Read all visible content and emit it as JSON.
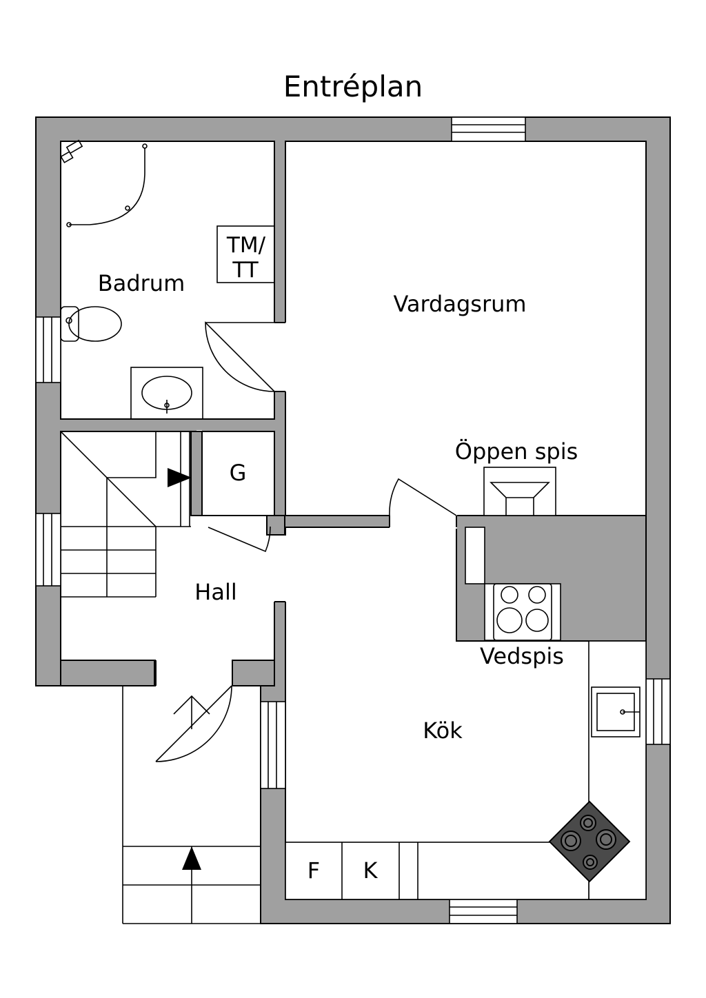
{
  "title": "Entréplan",
  "rooms": {
    "badrum": "Badrum",
    "vardagsrum": "Vardagsrum",
    "oppen_spis": "Öppen spis",
    "hall": "Hall",
    "vedspis": "Vedspis",
    "kok": "Kök"
  },
  "markers": {
    "tm_line1": "TM/",
    "tm_line2": "TT",
    "garderob": "G",
    "frys": "F",
    "kyl": "K"
  },
  "colors": {
    "wall": "#a0a0a0",
    "line": "#000000",
    "floor": "#ffffff",
    "stove": "#4a4a4a"
  }
}
